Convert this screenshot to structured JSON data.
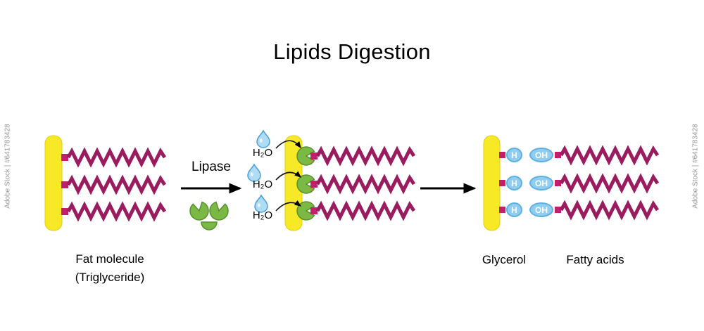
{
  "title": "Lipids Digestion",
  "watermark": {
    "text": "Adobe Stock | #641783428"
  },
  "process": {
    "enzyme_label": "Lipase",
    "water_labels": [
      "H₂O",
      "H₂O",
      "H₂O"
    ]
  },
  "reactant": {
    "label_line1": "Fat molecule",
    "label_line2": "(Triglyceride)"
  },
  "products": {
    "glycerol_label": "Glycerol",
    "fatty_acids_label": "Fatty acids",
    "h_labels": [
      "H",
      "H",
      "H"
    ],
    "oh_labels": [
      "OH",
      "OH",
      "OH"
    ]
  },
  "colors": {
    "chain": "#9A1B5E",
    "connector": "#C2206A",
    "backbone": "#F8E926",
    "backbone_edge": "#E0CF10",
    "enzyme": "#7CB944",
    "enzyme_edge": "#55902E",
    "water": "#AEDCF4",
    "water_edge": "#4D9FD6",
    "oval": "#8FCEF0",
    "oval_edge": "#5CB0E2",
    "arrow": "#000000",
    "watermark": "#989898",
    "background": "#FFFFFF"
  }
}
